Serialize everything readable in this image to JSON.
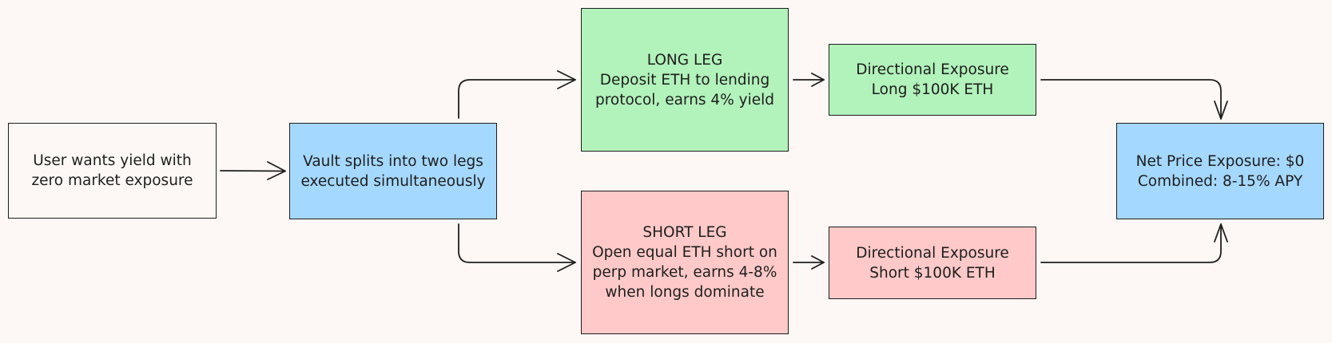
{
  "colors": {
    "background": "#fdf8f5",
    "start_fill": "#fdf8f5",
    "blue_fill": "#a5d8ff",
    "green_fill": "#b2f2bb",
    "red_fill": "#ffc9c9",
    "stroke": "#1e1e1e"
  },
  "nodes": {
    "user": {
      "lines": [
        "User wants yield with",
        "zero market exposure"
      ]
    },
    "vault": {
      "lines": [
        "Vault splits into two legs",
        "executed simultaneously"
      ]
    },
    "long_leg": {
      "lines": [
        "LONG LEG",
        "Deposit ETH to lending",
        "protocol, earns 4% yield"
      ]
    },
    "short_leg": {
      "lines": [
        "SHORT LEG",
        "Open equal ETH short on",
        "perp market, earns 4-8%",
        "when longs dominate"
      ]
    },
    "long_exposure": {
      "lines": [
        "Directional Exposure",
        "Long $100K ETH"
      ]
    },
    "short_exposure": {
      "lines": [
        "Directional Exposure",
        "Short $100K ETH"
      ]
    },
    "net": {
      "lines": [
        "Net Price Exposure: $0",
        "Combined: 8-15% APY"
      ]
    }
  },
  "edges": [
    {
      "from": "user",
      "to": "vault"
    },
    {
      "from": "vault",
      "to": "long_leg"
    },
    {
      "from": "vault",
      "to": "short_leg"
    },
    {
      "from": "long_leg",
      "to": "long_exposure"
    },
    {
      "from": "short_leg",
      "to": "short_exposure"
    },
    {
      "from": "long_exposure",
      "to": "net"
    },
    {
      "from": "short_exposure",
      "to": "net"
    }
  ]
}
